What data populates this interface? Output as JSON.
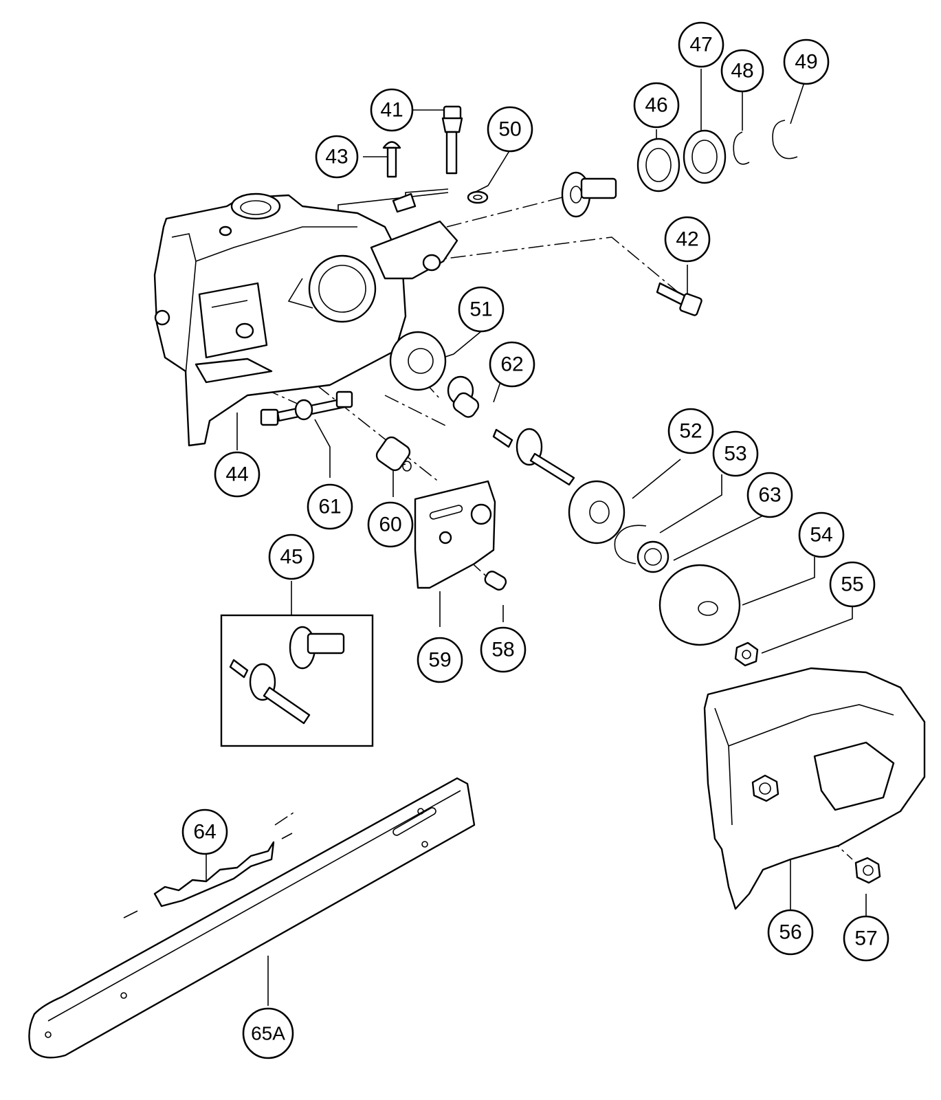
{
  "callouts": [
    {
      "id": "41",
      "label": "41"
    },
    {
      "id": "42",
      "label": "42"
    },
    {
      "id": "43",
      "label": "43"
    },
    {
      "id": "44",
      "label": "44"
    },
    {
      "id": "45",
      "label": "45"
    },
    {
      "id": "46",
      "label": "46"
    },
    {
      "id": "47",
      "label": "47"
    },
    {
      "id": "48",
      "label": "48"
    },
    {
      "id": "49",
      "label": "49"
    },
    {
      "id": "50",
      "label": "50"
    },
    {
      "id": "51",
      "label": "51"
    },
    {
      "id": "52",
      "label": "52"
    },
    {
      "id": "53",
      "label": "53"
    },
    {
      "id": "54",
      "label": "54"
    },
    {
      "id": "55",
      "label": "55"
    },
    {
      "id": "56",
      "label": "56"
    },
    {
      "id": "57",
      "label": "57"
    },
    {
      "id": "58",
      "label": "58"
    },
    {
      "id": "59",
      "label": "59"
    },
    {
      "id": "60",
      "label": "60"
    },
    {
      "id": "61",
      "label": "61"
    },
    {
      "id": "62",
      "label": "62"
    },
    {
      "id": "63",
      "label": "63"
    },
    {
      "id": "64",
      "label": "64"
    },
    {
      "id": "65A",
      "label": "65A"
    }
  ]
}
